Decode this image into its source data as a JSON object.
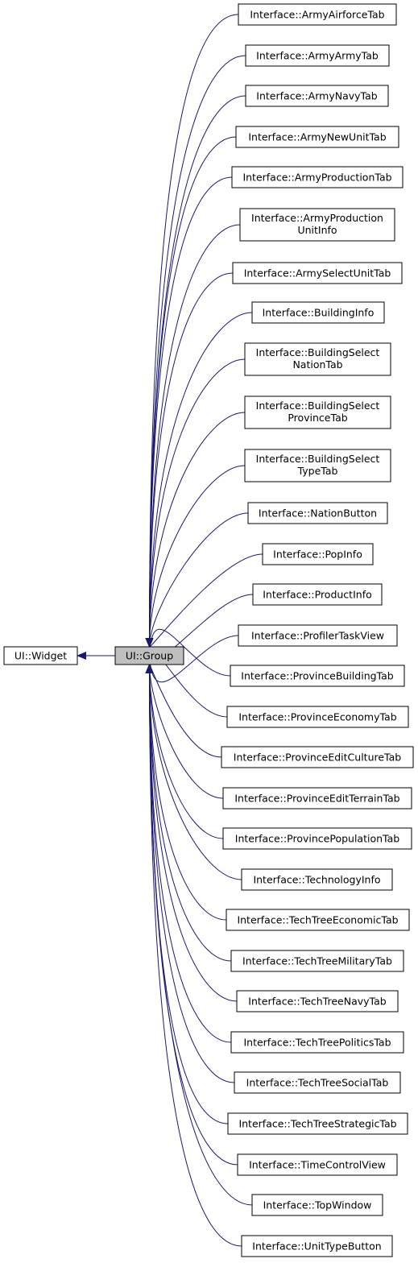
{
  "colors": {
    "edge": "#191970",
    "node_border": "#000000",
    "node_fill": "#ffffff",
    "focus_fill": "#bfbfbf"
  },
  "base": {
    "label": "UI::Widget"
  },
  "group": {
    "label": "UI::Group"
  },
  "children": [
    {
      "lines": [
        "Interface::ArmyAirforceTab"
      ]
    },
    {
      "lines": [
        "Interface::ArmyArmyTab"
      ]
    },
    {
      "lines": [
        "Interface::ArmyNavyTab"
      ]
    },
    {
      "lines": [
        "Interface::ArmyNewUnitTab"
      ]
    },
    {
      "lines": [
        "Interface::ArmyProductionTab"
      ]
    },
    {
      "lines": [
        "Interface::ArmyProduction",
        "UnitInfo"
      ]
    },
    {
      "lines": [
        "Interface::ArmySelectUnitTab"
      ]
    },
    {
      "lines": [
        "Interface::BuildingInfo"
      ]
    },
    {
      "lines": [
        "Interface::BuildingSelect",
        "NationTab"
      ]
    },
    {
      "lines": [
        "Interface::BuildingSelect",
        "ProvinceTab"
      ]
    },
    {
      "lines": [
        "Interface::BuildingSelect",
        "TypeTab"
      ]
    },
    {
      "lines": [
        "Interface::NationButton"
      ]
    },
    {
      "lines": [
        "Interface::PopInfo"
      ]
    },
    {
      "lines": [
        "Interface::ProductInfo"
      ]
    },
    {
      "lines": [
        "Interface::ProfilerTaskView"
      ]
    },
    {
      "lines": [
        "Interface::ProvinceBuildingTab"
      ]
    },
    {
      "lines": [
        "Interface::ProvinceEconomyTab"
      ]
    },
    {
      "lines": [
        "Interface::ProvinceEditCultureTab"
      ]
    },
    {
      "lines": [
        "Interface::ProvinceEditTerrainTab"
      ]
    },
    {
      "lines": [
        "Interface::ProvincePopulationTab"
      ]
    },
    {
      "lines": [
        "Interface::TechnologyInfo"
      ]
    },
    {
      "lines": [
        "Interface::TechTreeEconomicTab"
      ]
    },
    {
      "lines": [
        "Interface::TechTreeMilitaryTab"
      ]
    },
    {
      "lines": [
        "Interface::TechTreeNavyTab"
      ]
    },
    {
      "lines": [
        "Interface::TechTreePoliticsTab"
      ]
    },
    {
      "lines": [
        "Interface::TechTreeSocialTab"
      ]
    },
    {
      "lines": [
        "Interface::TechTreeStrategicTab"
      ]
    },
    {
      "lines": [
        "Interface::TimeControlView"
      ]
    },
    {
      "lines": [
        "Interface::TopWindow"
      ]
    },
    {
      "lines": [
        "Interface::UnitTypeButton"
      ]
    }
  ]
}
